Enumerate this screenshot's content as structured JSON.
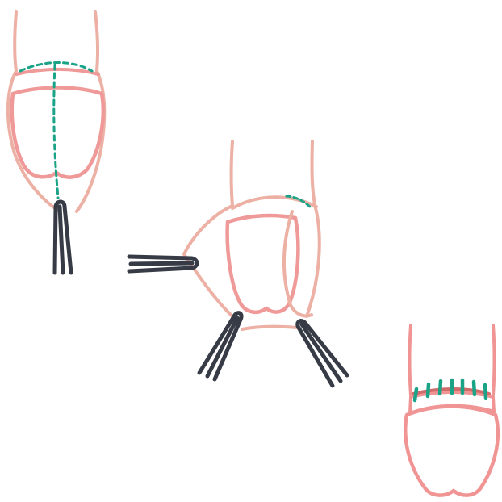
{
  "colors": {
    "background": "#ffffff",
    "outer_tissue": "#ecb0a4",
    "heart": "#ef9998",
    "heart_final": "#f09494",
    "clamp": "#363b45",
    "incision_dashed": "#1aa386",
    "incision_faint": "#8fd6a8",
    "suture": "#1aa386",
    "suture_band": "#cf6b6b"
  },
  "panels": [
    {
      "id": "panel-1",
      "description_icon": "heart-with-dashed-incision-and-clamp-icon"
    },
    {
      "id": "panel-2",
      "description_icon": "heart-with-three-retracting-clamps-icon"
    },
    {
      "id": "panel-3",
      "description_icon": "heart-with-sutured-closure-icon"
    }
  ]
}
